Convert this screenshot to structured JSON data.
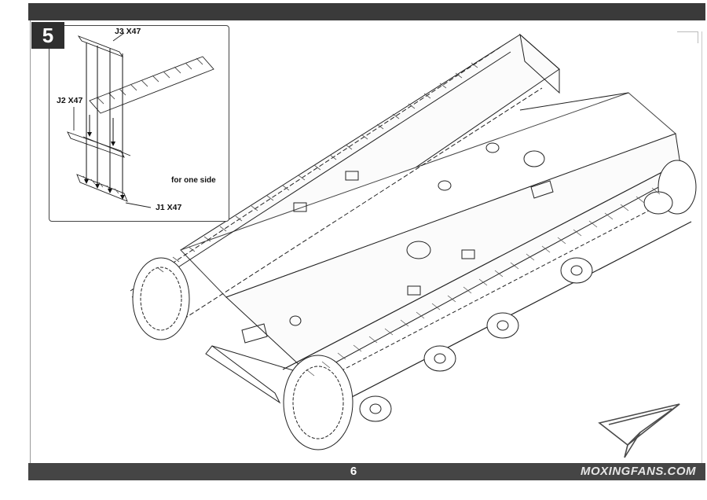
{
  "step": {
    "number": "5",
    "note": "for one side",
    "parts": [
      {
        "label": "J3 X47"
      },
      {
        "label": "J2 X47"
      },
      {
        "label": "J1 X47"
      }
    ]
  },
  "footer": {
    "page_number": "6",
    "watermark": "MOXINGFANS.COM"
  },
  "icons": {
    "watermark_logo": "paper-plane-icon"
  },
  "colors": {
    "band": "#3a3a3a",
    "line_art": "#222222"
  }
}
